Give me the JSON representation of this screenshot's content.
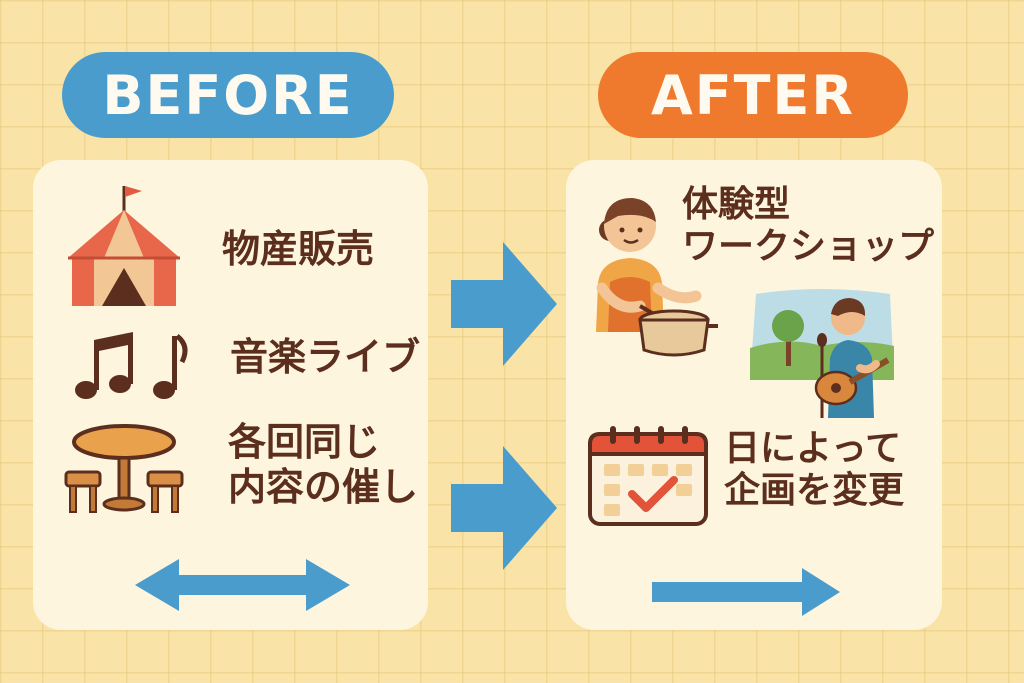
{
  "before": {
    "heading": "BEFORE",
    "items": [
      {
        "icon": "tent-icon",
        "label": "物産販売"
      },
      {
        "icon": "music-notes-icon",
        "label": "音楽ライブ"
      },
      {
        "icon": "table-chairs-icon",
        "label_lines": [
          "各回同じ",
          "内容の催し"
        ]
      }
    ]
  },
  "after": {
    "heading": "AFTER",
    "items": [
      {
        "icon": "cooking-woman-icon",
        "label_lines": [
          "体験型",
          "ワークショップ"
        ]
      },
      {
        "icon": "guitar-player-icon"
      },
      {
        "icon": "calendar-check-icon",
        "label_lines": [
          "日によって",
          "企画を変更"
        ]
      }
    ]
  },
  "colors": {
    "before_accent": "#4a9ccc",
    "after_accent": "#ef7a2d",
    "arrow": "#4a9ccc",
    "text": "#5b2e1e",
    "background": "#f9e3a6",
    "panel": "#fdf5de"
  }
}
